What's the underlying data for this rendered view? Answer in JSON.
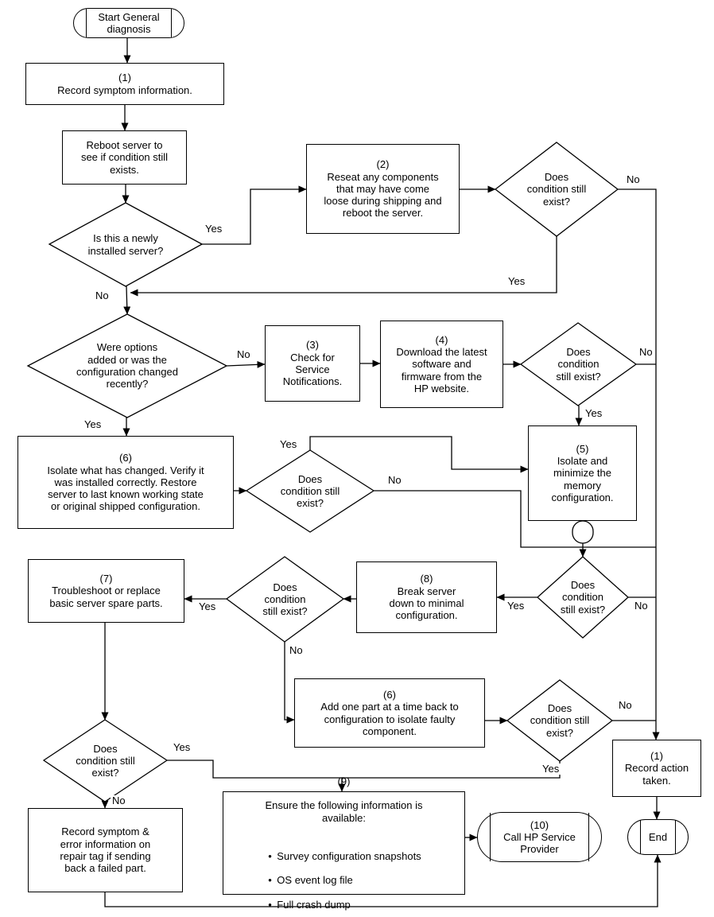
{
  "labels": {
    "yes": "Yes",
    "no": "No"
  },
  "nodes": {
    "start": {
      "text": "Start General\ndiagnosis"
    },
    "record_symptom_info": {
      "text": "(1)\nRecord symptom information."
    },
    "reboot": {
      "text": "Reboot server to\nsee if condition still\nexists."
    },
    "newly_installed": {
      "text": "Is this a newly\ninstalled server?"
    },
    "reseat": {
      "text": "(2)\nReseat any components\nthat may have come\nloose during shipping and\nreboot the server."
    },
    "cond1": {
      "text": "Does\ncondition still\nexist?"
    },
    "options_changed": {
      "text": "Were options\nadded or was the\nconfiguration changed\nrecently?"
    },
    "service_notifications": {
      "text": "(3)\nCheck for\nService\nNotifications."
    },
    "download": {
      "text": "(4)\nDownload the latest\nsoftware and\nfirmware from the\nHP website."
    },
    "cond2": {
      "text": "Does\ncondition\nstill exist?"
    },
    "isolate_memory": {
      "text": "(5)\nIsolate and\nminimize the\nmemory\nconfiguration."
    },
    "isolate_changed": {
      "text": "(6)\nIsolate what has changed. Verify it\nwas installed correctly. Restore\nserver to last known working state\nor original shipped configuration."
    },
    "cond3": {
      "text": "Does\ncondition still\nexist?"
    },
    "cond4": {
      "text": "Does\ncondition\nstill exist?"
    },
    "break_down": {
      "text": "(8)\nBreak server\ndown to minimal\nconfiguration."
    },
    "cond5": {
      "text": "Does\ncondition\nstill exist?"
    },
    "troubleshoot": {
      "text": "(7)\nTroubleshoot or replace\nbasic server spare parts."
    },
    "add_one_part": {
      "text": "(6)\nAdd one part at a time back to\nconfiguration to isolate faulty\ncomponent."
    },
    "cond6": {
      "text": "Does\ncondition still\nexist?"
    },
    "cond7": {
      "text": "Does\ncondition still\nexist?"
    },
    "record_symptom_repair": {
      "text": "Record symptom &\nerror information on\nrepair tag if sending\nback a failed part."
    },
    "ensure_info": {
      "title": "(9)",
      "intro": "Ensure the following information is\navailable:",
      "bullets": [
        "Survey configuration snapshots",
        "OS event log file",
        "Full crash dump"
      ]
    },
    "call_hp": {
      "text": "(10)\nCall HP Service\nProvider"
    },
    "record_action": {
      "text": "(1)\nRecord action\ntaken."
    },
    "end": {
      "text": "End"
    }
  }
}
